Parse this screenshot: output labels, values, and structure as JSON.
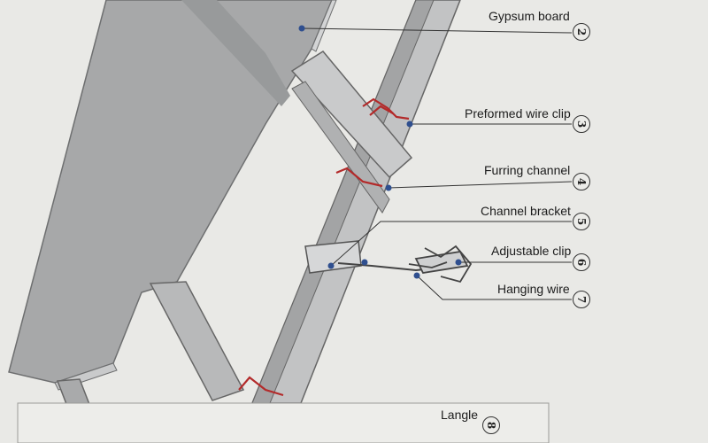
{
  "callouts": [
    {
      "id": "gypsum-board",
      "label": "Gypsum board",
      "number": "2"
    },
    {
      "id": "preformed-wire-clip",
      "label": "Preformed wire clip",
      "number": "3"
    },
    {
      "id": "furring-channel",
      "label": "Furring channel",
      "number": "4"
    },
    {
      "id": "channel-bracket",
      "label": "Channel bracket",
      "number": "5"
    },
    {
      "id": "adjustable-clip",
      "label": "Adjustable clip",
      "number": "6"
    },
    {
      "id": "hanging-wire",
      "label": "Hanging wire",
      "number": "7"
    },
    {
      "id": "langle",
      "label": "Langle",
      "number": "8"
    }
  ],
  "colors": {
    "background": "#e9e9e6",
    "board": "#a7a8a9",
    "steel": "#bfc0c1",
    "leader_dot": "#2f4f8f",
    "clip": "#b32a2a"
  }
}
